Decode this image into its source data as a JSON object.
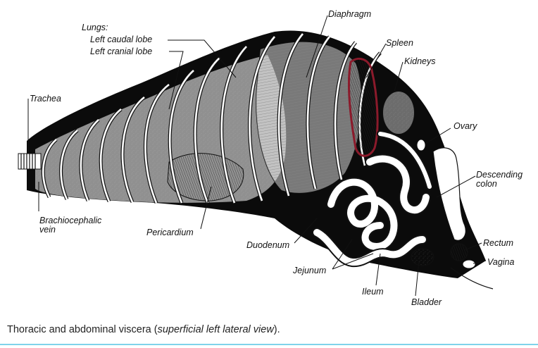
{
  "figure": {
    "labels": {
      "lungs": "Lungs:",
      "left_caudal_lobe": "Left caudal lobe",
      "left_cranial_lobe": "Left cranial lobe",
      "diaphragm": "Diaphragm",
      "spleen": "Spleen",
      "kidneys": "Kidneys",
      "trachea": "Trachea",
      "ovary": "Ovary",
      "descending_colon_1": "Descending",
      "descending_colon_2": "colon",
      "brachiocephalic_vein_1": "Brachiocephalic",
      "brachiocephalic_vein_2": "vein",
      "pericardium": "Pericardium",
      "duodenum": "Duodenum",
      "rectum": "Rectum",
      "vagina": "Vagina",
      "jejunum": "Jejunum",
      "ileum": "Ileum",
      "bladder": "Bladder"
    },
    "highlight_color": "#8b1a2b"
  },
  "caption": {
    "text_before": "Thoracic and abdominal viscera (",
    "italic": "superficial left lateral view",
    "text_after": ")."
  }
}
